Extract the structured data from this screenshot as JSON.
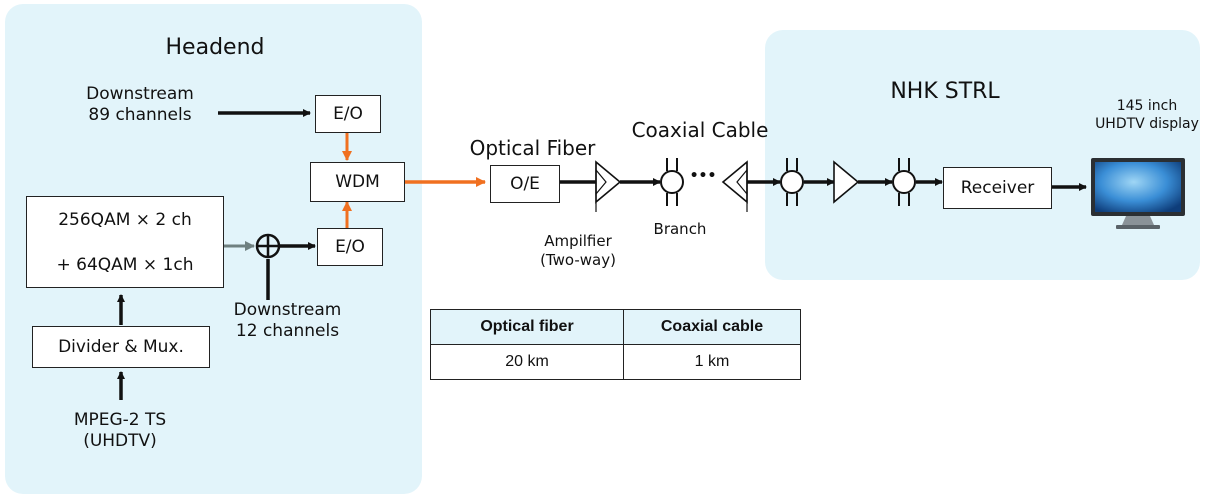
{
  "regions": {
    "headend_title": "Headend",
    "nhk_title": "NHK STRL"
  },
  "headend": {
    "downstream_89": [
      "Downstream",
      "89 channels"
    ],
    "eo_top": "E/O",
    "wdm": "WDM",
    "eo_bottom": "E/O",
    "qam_lines": [
      "256QAM × 2 ch",
      "+ 64QAM × 1ch"
    ],
    "downstream_12": [
      "Downstream",
      "12 channels"
    ],
    "divider_mux": "Divider & Mux.",
    "mpeg": [
      "MPEG-2 TS",
      "(UHDTV)"
    ]
  },
  "network": {
    "optical_fiber": "Optical Fiber",
    "coaxial_cable": "Coaxial Cable",
    "oe": "O/E",
    "amplifier": [
      "Ampilfier",
      "(Two-way)"
    ],
    "branch": "Branch",
    "ellipsis": "•••"
  },
  "receiver_side": {
    "receiver": "Receiver",
    "display": [
      "145 inch",
      "UHDTV display"
    ]
  },
  "table": {
    "headers": [
      "Optical fiber",
      "Coaxial cable"
    ],
    "values": [
      "20 km",
      "1 km"
    ]
  },
  "colors": {
    "region_bg": "#e2f4fa",
    "optical_arrow": "#f07020",
    "gray_arrow": "#6f8080"
  }
}
